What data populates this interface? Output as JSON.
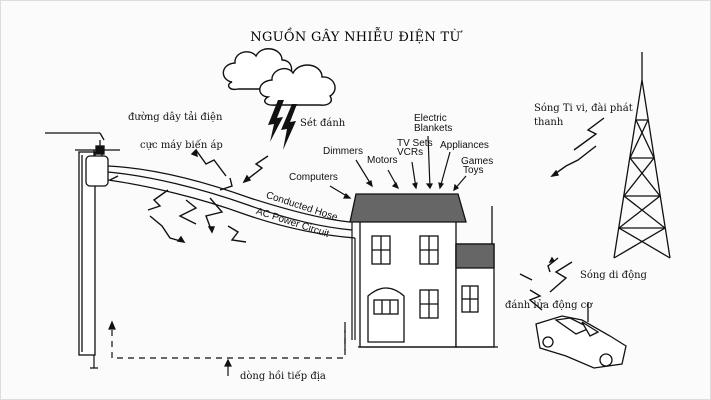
{
  "title": "NGUỒN GÂY NHIỄU ĐIỆN TỪ",
  "labels": {
    "power_line": "đường dây tải điện",
    "transformer": "cực máy biến áp",
    "lightning": "Sét đánh",
    "computers": "Computers",
    "dimmers": "Dimmers",
    "motors": "Motors",
    "tv_sets": "TV Sets",
    "vcrs": "VCRs",
    "electric": "Electric",
    "blankets": "Blankets",
    "appliances": "Appliances",
    "games": "Games",
    "toys": "Toys",
    "conducted_hose": "Conducted Hose",
    "ac_power_circuit": "AC Power Circuit",
    "tv_radio": "Sóng Ti vi, đài phát",
    "tv_radio_2": "thanh",
    "mobile_wave": "Sóng di động",
    "engine_ignition": "đánh lửa động cơ",
    "ground_return": "dòng hồi tiếp địa"
  },
  "colors": {
    "line": "#111111",
    "roof": "#666666",
    "background": "#fbfbfb",
    "frame": "#dddddd"
  }
}
